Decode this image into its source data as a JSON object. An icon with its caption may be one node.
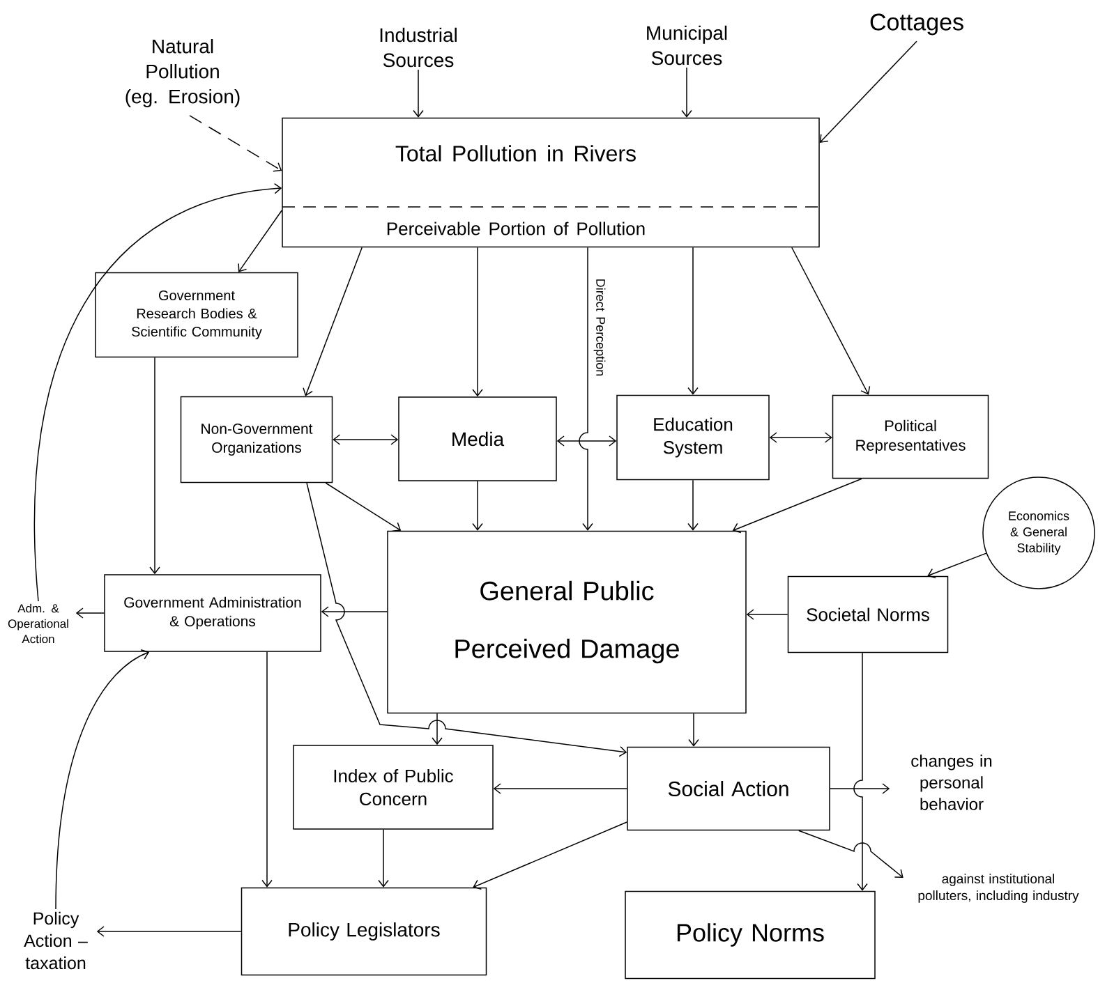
{
  "diagram": {
    "nodes": [
      {
        "text": [
          "Natural Pollution (eg. Erosion)"
        ]
      },
      {
        "text": [
          "Industrial Sources"
        ]
      },
      {
        "text": [
          "Municipal Sources"
        ]
      },
      {
        "text": [
          "Cottages"
        ]
      },
      {
        "text": [
          "Total Pollution in Rivers",
          "Perceivable Portion of Pollution"
        ]
      },
      {
        "text": [
          "Government Research Bodies & Scientific Community"
        ]
      },
      {
        "text": [
          "Non-Government Organizations"
        ]
      },
      {
        "text": [
          "Media"
        ]
      },
      {
        "text": [
          "Education System"
        ]
      },
      {
        "text": [
          "Political Representatives"
        ]
      },
      {
        "text": [
          "Economics & General Stability"
        ]
      },
      {
        "text": [
          "General Public Perceived Damage"
        ]
      },
      {
        "text": [
          "Government Administration & Operations"
        ]
      },
      {
        "text": [
          "Societal Norms"
        ]
      },
      {
        "text": [
          "Adm. & Operational Action"
        ]
      },
      {
        "text": [
          "Index of Public Concern"
        ]
      },
      {
        "text": [
          "Social Action"
        ]
      },
      {
        "text": [
          "changes in personal behavior"
        ]
      },
      {
        "text": [
          "against institutional polluters, including industry"
        ]
      },
      {
        "text": [
          "Policy Legislators"
        ]
      },
      {
        "text": [
          "Policy Norms"
        ]
      },
      {
        "text": [
          "Policy Action – taxation"
        ]
      }
    ],
    "edges": [
      {
        "from": 0,
        "to": 4,
        "arrow": "to",
        "style": "dashed"
      },
      {
        "from": 1,
        "to": 4,
        "arrow": "to"
      },
      {
        "from": 2,
        "to": 4,
        "arrow": "to"
      },
      {
        "from": 3,
        "to": 4,
        "arrow": "to"
      },
      {
        "from": 4,
        "to": 5,
        "arrow": "to"
      },
      {
        "from": 4,
        "to": 6,
        "arrow": "to"
      },
      {
        "from": 4,
        "to": 7,
        "arrow": "to"
      },
      {
        "from": 4,
        "to": 11,
        "arrow": "to",
        "label": "Direct Perception"
      },
      {
        "from": 4,
        "to": 8,
        "arrow": "to"
      },
      {
        "from": 4,
        "to": 9,
        "arrow": "to"
      },
      {
        "from": 6,
        "to": 7,
        "arrow": "both"
      },
      {
        "from": 7,
        "to": 8,
        "arrow": "both"
      },
      {
        "from": 8,
        "to": 9,
        "arrow": "both"
      },
      {
        "from": 5,
        "to": 12,
        "arrow": "to"
      },
      {
        "from": 6,
        "to": 11,
        "arrow": "to"
      },
      {
        "from": 6,
        "to": 16,
        "arrow": "to"
      },
      {
        "from": 7,
        "to": 11,
        "arrow": "to"
      },
      {
        "from": 8,
        "to": 11,
        "arrow": "to"
      },
      {
        "from": 9,
        "to": 11,
        "arrow": "to"
      },
      {
        "from": 10,
        "to": 13,
        "arrow": "to"
      },
      {
        "from": 13,
        "to": 11,
        "arrow": "to"
      },
      {
        "from": 11,
        "to": 12,
        "arrow": "to"
      },
      {
        "from": 12,
        "to": 14,
        "arrow": "to"
      },
      {
        "from": 11,
        "to": 15,
        "arrow": "to"
      },
      {
        "from": 11,
        "to": 16,
        "arrow": "to"
      },
      {
        "from": 16,
        "to": 15,
        "arrow": "to"
      },
      {
        "from": 16,
        "to": 17,
        "arrow": "to"
      },
      {
        "from": 16,
        "to": 18,
        "arrow": "to"
      },
      {
        "from": 16,
        "to": 19,
        "arrow": "to"
      },
      {
        "from": 13,
        "to": 20,
        "arrow": "to"
      },
      {
        "from": 12,
        "to": 19,
        "arrow": "to"
      },
      {
        "from": 15,
        "to": 19,
        "arrow": "to"
      },
      {
        "from": 19,
        "to": 21,
        "arrow": "to"
      },
      {
        "from": 21,
        "to": 12,
        "arrow": "to"
      },
      {
        "from": 14,
        "to": 4,
        "arrow": "to"
      }
    ]
  }
}
